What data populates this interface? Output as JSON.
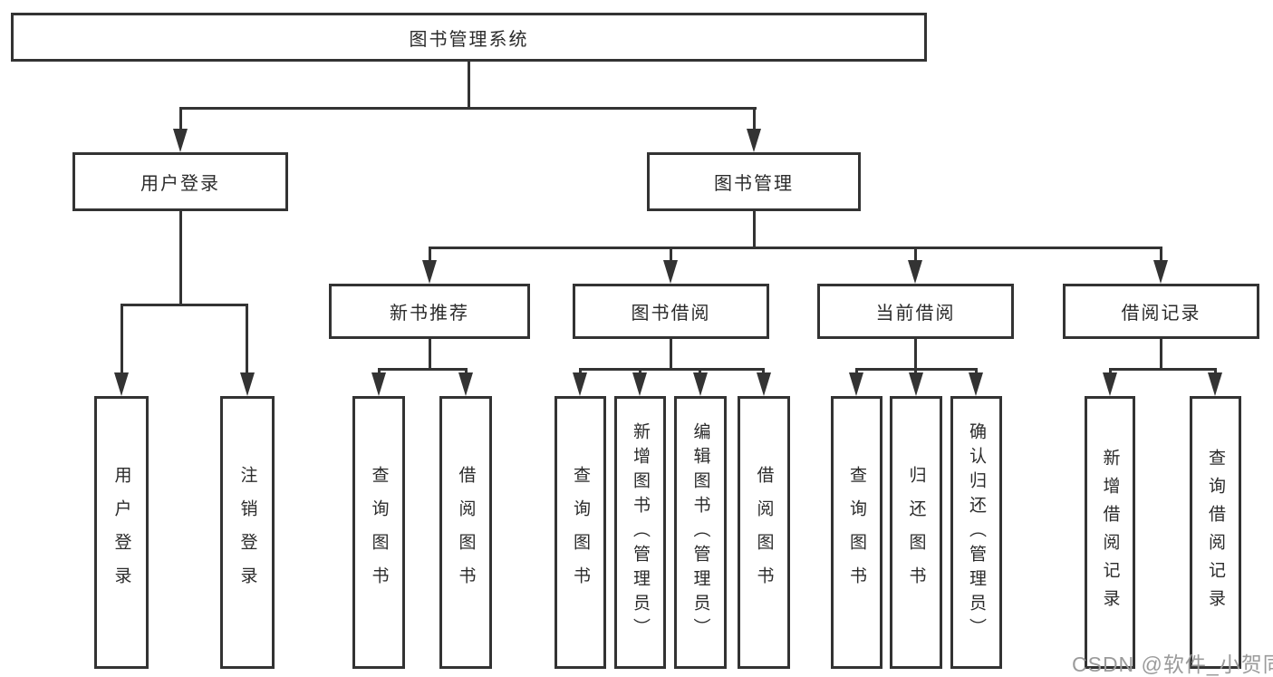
{
  "diagram": {
    "root": {
      "label": "图书管理系统"
    },
    "branches": {
      "user_login": {
        "label": "用户登录",
        "children": [
          "用户登录",
          "注销登录"
        ]
      },
      "book_management": {
        "label": "图书管理",
        "children": {
          "new_book_recommend": {
            "label": "新书推荐",
            "children": [
              "查询图书",
              "借阅图书"
            ]
          },
          "book_borrow": {
            "label": "图书借阅",
            "children": [
              "查询图书",
              "新增图书（管理员）",
              "编辑图书（管理员）",
              "借阅图书"
            ]
          },
          "current_borrow": {
            "label": "当前借阅",
            "children": [
              "查询图书",
              "归还图书",
              "确认归还（管理员）"
            ]
          },
          "borrow_records": {
            "label": "借阅记录",
            "children": [
              "新增借阅记录",
              "查询借阅记录"
            ]
          }
        }
      }
    },
    "watermark": "CSDN @软件_小贺同学",
    "colors": {
      "line": "#333333",
      "text": "#2b2b2b",
      "watermark": "#9b9b9b",
      "background": "#ffffff"
    }
  }
}
